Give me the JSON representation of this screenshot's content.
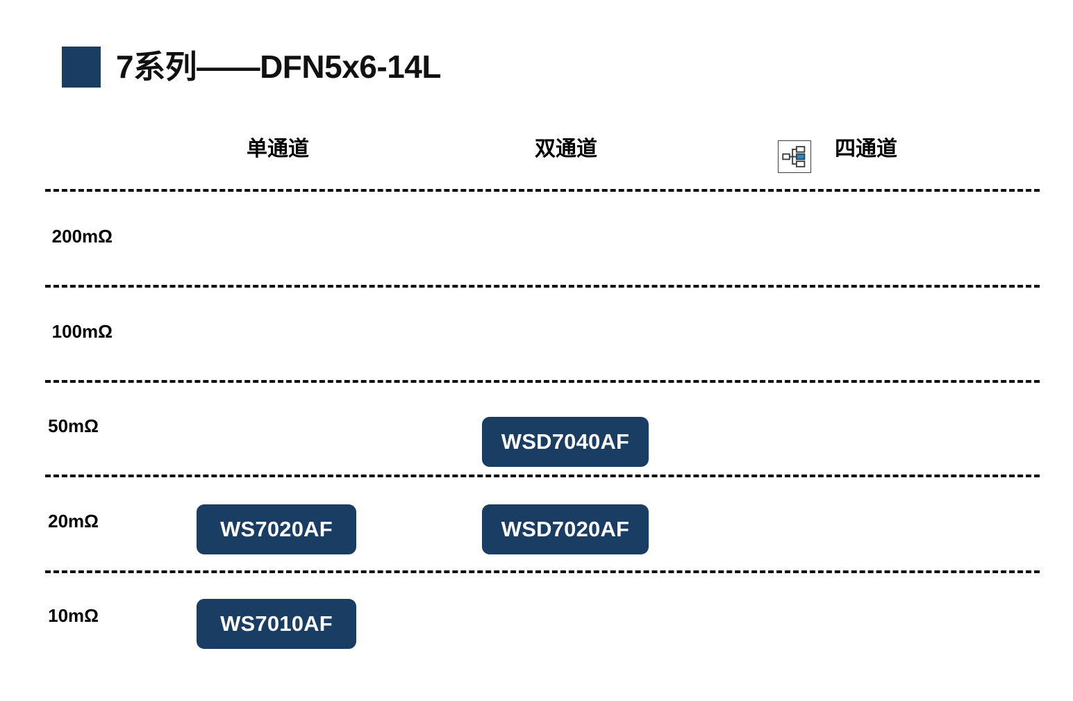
{
  "title": {
    "text": "7系列——DFN5x6-14L",
    "marker_color": "#1a3d63"
  },
  "columns": [
    {
      "id": "single",
      "label": "单通道"
    },
    {
      "id": "dual",
      "label": "双通道"
    },
    {
      "id": "quad",
      "label": "四通道",
      "icon": "org-chart-icon"
    }
  ],
  "rows": [
    {
      "resistance": "200mΩ"
    },
    {
      "resistance": "100mΩ"
    },
    {
      "resistance": "50mΩ"
    },
    {
      "resistance": "20mΩ"
    },
    {
      "resistance": "10mΩ"
    }
  ],
  "parts": [
    {
      "name": "WSD7040AF",
      "column": "dual",
      "resistance": "50mΩ"
    },
    {
      "name": "WS7020AF",
      "column": "single",
      "resistance": "20mΩ"
    },
    {
      "name": "WSD7020AF",
      "column": "dual",
      "resistance": "20mΩ"
    },
    {
      "name": "WS7010AF",
      "column": "single",
      "resistance": "10mΩ"
    }
  ],
  "colors": {
    "badge_fill": "#1a3d63",
    "badge_text": "#ffffff",
    "divider": "#0d0d0d",
    "icon_accent": "#1f8ad6",
    "icon_stroke": "#3f3f3f"
  }
}
